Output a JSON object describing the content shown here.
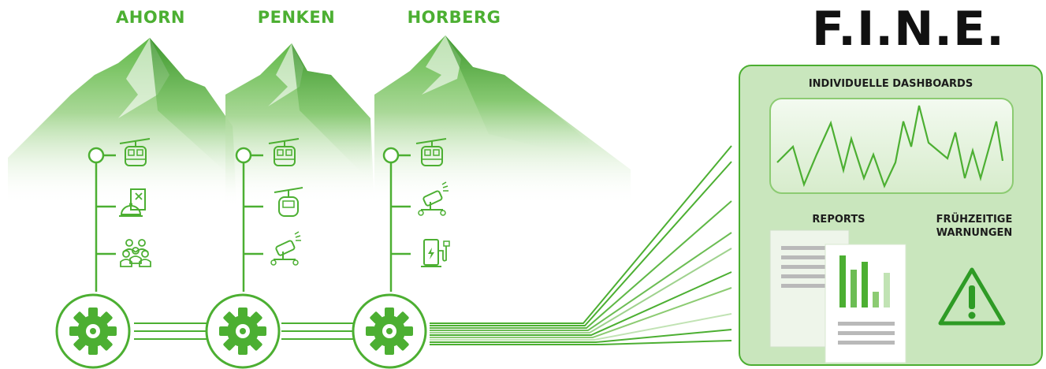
{
  "mountains": [
    {
      "name": "AHORN",
      "icons": [
        "gondola-icon",
        "restaurant-menu-icon",
        "people-group-icon"
      ]
    },
    {
      "name": "PENKEN",
      "icons": [
        "gondola-icon",
        "chairlift-cabin-icon",
        "snow-cannon-icon"
      ]
    },
    {
      "name": "HORBERG",
      "icons": [
        "gondola-icon",
        "snow-cannon-icon",
        "ev-charging-icon"
      ]
    }
  ],
  "brand": "F.I.N.E.",
  "panel": {
    "dashboards_label": "INDIVIDUELLE DASHBOARDS",
    "reports_label": "REPORTS",
    "warnings_label": "FRÜHZEITIGE WARNUNGEN",
    "warning_icon": "warning-triangle-icon"
  },
  "colors": {
    "primary_green": "#4caf32",
    "light_green": "#c9e6bd",
    "dark_green": "#2e7d1f"
  },
  "hub_icons": [
    "gear-icon",
    "gear-icon",
    "gear-icon"
  ]
}
